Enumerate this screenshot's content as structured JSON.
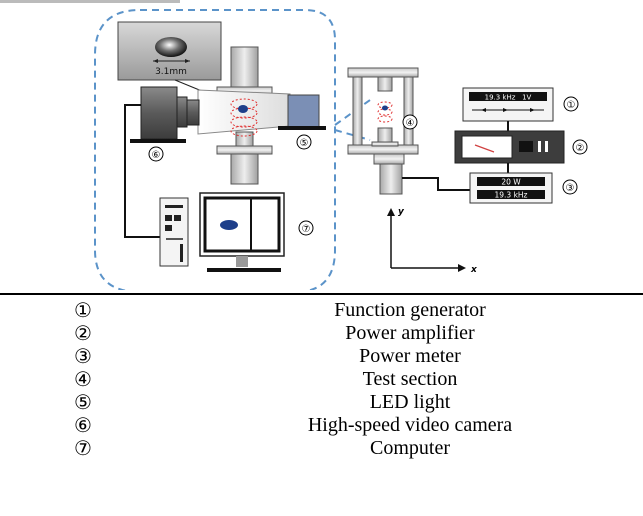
{
  "diagram": {
    "photo_label": "3.1mm",
    "display_top": "19.3 kHz   1V",
    "meter_power": "20 W",
    "meter_freq": "19.3 kHz",
    "axis_y": "y",
    "axis_x": "x",
    "markers": [
      "①",
      "②",
      "③",
      "④",
      "⑤",
      "⑥",
      "⑦"
    ]
  },
  "legend": [
    {
      "num": "①",
      "label": "Function generator"
    },
    {
      "num": "②",
      "label": "Power amplifier"
    },
    {
      "num": "③",
      "label": "Power meter"
    },
    {
      "num": "④",
      "label": "Test section"
    },
    {
      "num": "⑤",
      "label": "LED light"
    },
    {
      "num": "⑥",
      "label": "High-speed video camera"
    },
    {
      "num": "⑦",
      "label": "Computer"
    }
  ],
  "colors": {
    "dashed_outline": "#5b93c9",
    "droplet": "#1e3f8a",
    "led": "#7b8fb5",
    "wave": "#e03030",
    "meter_needle": "#d04040"
  }
}
